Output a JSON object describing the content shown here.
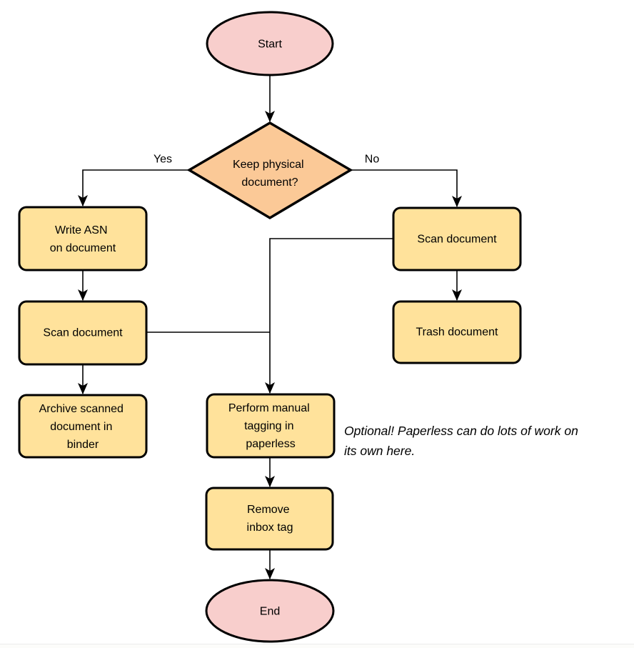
{
  "flowchart": {
    "nodes": {
      "start": {
        "label": "Start"
      },
      "decision": {
        "lines": [
          "Keep physical",
          "document?"
        ]
      },
      "write_asn": {
        "lines": [
          "Write ASN",
          "on document"
        ]
      },
      "scan_left": {
        "label": "Scan document"
      },
      "archive": {
        "lines": [
          "Archive scanned",
          "document in",
          "binder"
        ]
      },
      "scan_right": {
        "label": "Scan document"
      },
      "trash": {
        "label": "Trash document"
      },
      "tagging": {
        "lines": [
          "Perform manual",
          "tagging in",
          "paperless"
        ]
      },
      "remove_inbox": {
        "lines": [
          "Remove",
          "inbox tag"
        ]
      },
      "end": {
        "label": "End"
      }
    },
    "edge_labels": {
      "yes": "Yes",
      "no": "No"
    },
    "annotation": {
      "lines": [
        "Optional! Paperless can do lots of work on",
        "its own here."
      ]
    },
    "colors": {
      "terminator_fill": "#f8cecc",
      "decision_fill": "#fbc997",
      "process_fill": "#ffe29b",
      "stroke": "#000000"
    }
  }
}
